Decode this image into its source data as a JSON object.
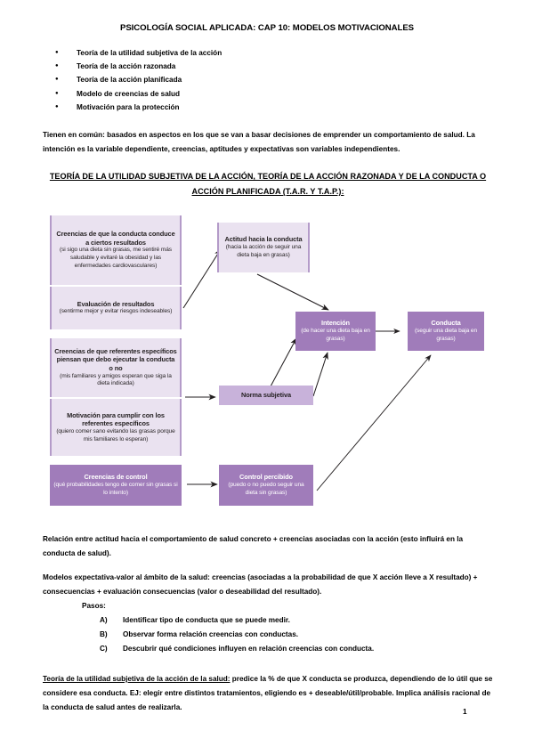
{
  "document": {
    "title": "PSICOLOGÍA SOCIAL APLICADA: CAP 10: MODELOS MOTIVACIONALES",
    "page_number": "1",
    "bullets": [
      "Teoría de la utilidad subjetiva de la acción",
      "Teoría de la acción razonada",
      "Teoría de la acción planificada",
      "Modelo de creencias de salud",
      "Motivación para la protección"
    ],
    "intro": "Tienen en común: basados en aspectos en los que se van a basar decisiones de emprender un comportamiento de salud. La intención es la variable dependiente, creencias, aptitudes y expectativas son variables independientes.",
    "section_heading": "TEORÍA DE LA UTILIDAD SUBJETIVA DE LA ACCIÓN, TEORÍA DE LA ACCIÓN RAZONADA Y DE LA CONDUCTA O ACCIÓN PLANIFICADA (T.A.R. Y T.A.P.):"
  },
  "colors": {
    "box_light": "#eae2f0",
    "box_midlight": "#c8b2da",
    "box_solid": "#a07cba",
    "box_border": "#b49bc9",
    "arrow": "#231f20",
    "text_dark": "#231f20",
    "text_light": "#ffffff"
  },
  "diagram": {
    "boxes": [
      {
        "id": "creencias-conducta-resultados",
        "title": "Creencias de que la conducta conduce a ciertos resultados",
        "detail": "(si sigo una dieta sin grasas, me sentiré más saludable y evitaré la obesidad y las enfermedades cardiovasculares)",
        "style": "light"
      },
      {
        "id": "evaluacion-resultados",
        "title": "Evaluación de resultados",
        "detail": "(sentirme mejor y evitar riesgos indeseables)",
        "style": "light"
      },
      {
        "id": "creencias-referentes",
        "title": "Creencias de que referentes específicos piensan que debo ejecutar la conducta o no",
        "detail": "(mis familiares y amigos esperan que siga la dieta indicada)",
        "style": "light"
      },
      {
        "id": "motivacion-referentes",
        "title": "Motivación para cumplir con los referentes específicos",
        "detail": "(quiero comer sano evitando las grasas porque mis familiares lo esperan)",
        "style": "light"
      },
      {
        "id": "creencias-control",
        "title": "Creencias de control",
        "detail": "(qué probabilidades tengo de comer sin grasas si lo intento)",
        "style": "solid"
      },
      {
        "id": "actitud-conducta",
        "title": "Actitud hacia la conducta",
        "detail": "(hacia la acción de seguir una dieta baja en grasas)",
        "style": "light"
      },
      {
        "id": "norma-subjetiva",
        "title": "Norma subjetiva",
        "detail": "",
        "style": "midlight"
      },
      {
        "id": "control-percibido",
        "title": "Control percibido",
        "detail": "(puedo o no puedo seguir una dieta sin grasas)",
        "style": "solid"
      },
      {
        "id": "intencion",
        "title": "Intención",
        "detail": "(de hacer una dieta baja en grasas)",
        "style": "solid"
      },
      {
        "id": "conducta",
        "title": "Conducta",
        "detail": "(seguir una dieta baja en grasas)",
        "style": "solid"
      }
    ]
  },
  "body": {
    "relation_paragraph": "Relación entre actitud hacia el comportamiento de salud concreto + creencias asociadas con la acción (esto influirá en la conducta de salud).",
    "models_paragraph": "Modelos expectativa-valor al ámbito de la salud: creencias (asociadas a la probabilidad de que X acción lleve a X resultado) + consecuencias + evaluación consecuencias (valor o deseabilidad del resultado).",
    "pasos_label": "Pasos:",
    "steps": [
      {
        "letter": "A)",
        "text": "Identificar tipo de conducta que se puede medir."
      },
      {
        "letter": "B)",
        "text": "Observar forma relación creencias con conductas."
      },
      {
        "letter": "C)",
        "text": "Descubrir qué condiciones influyen en relación creencias con conducta."
      }
    ],
    "final_lead": "Teoría de la utilidad subjetiva de la acción de la salud:",
    "final_rest": " predice la % de que X conducta se produzca, dependiendo de lo útil que se considere esa conducta. EJ: elegir entre distintos tratamientos, eligiendo es + deseable/útil/probable. Implica análisis racional de la conducta de salud antes de realizarla."
  }
}
